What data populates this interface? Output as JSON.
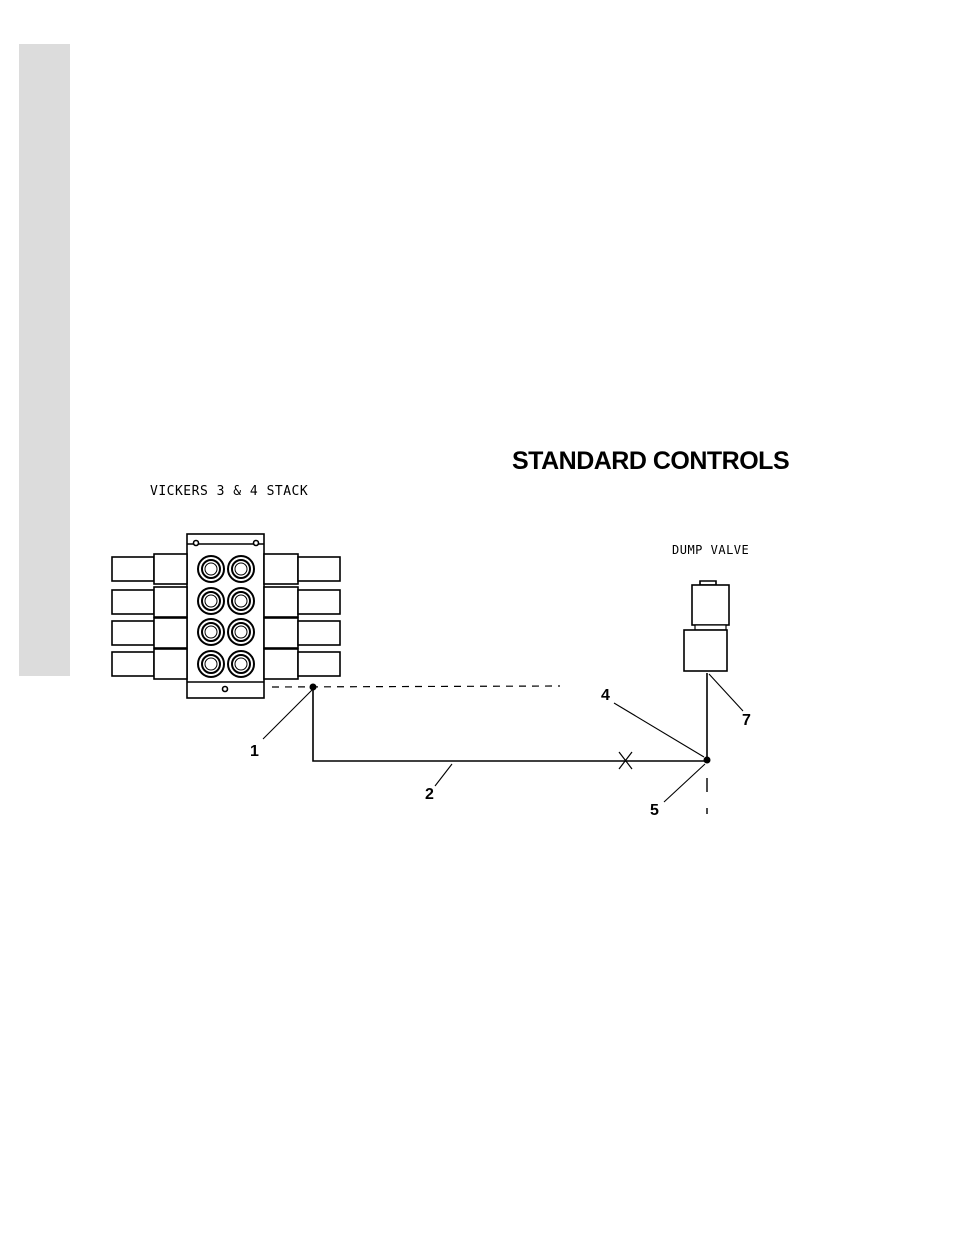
{
  "diagram": {
    "title": "STANDARD CONTROLS",
    "left_component_label": "VICKERS 3 & 4 STACK",
    "right_component_label": "DUMP VALVE",
    "callouts": {
      "c1": "1",
      "c2": "2",
      "c4": "4",
      "c5": "5",
      "c7": "7"
    }
  },
  "colors": {
    "page_background": "#ffffff",
    "side_tab": "#dcdcdc",
    "line_art": "#000000"
  }
}
